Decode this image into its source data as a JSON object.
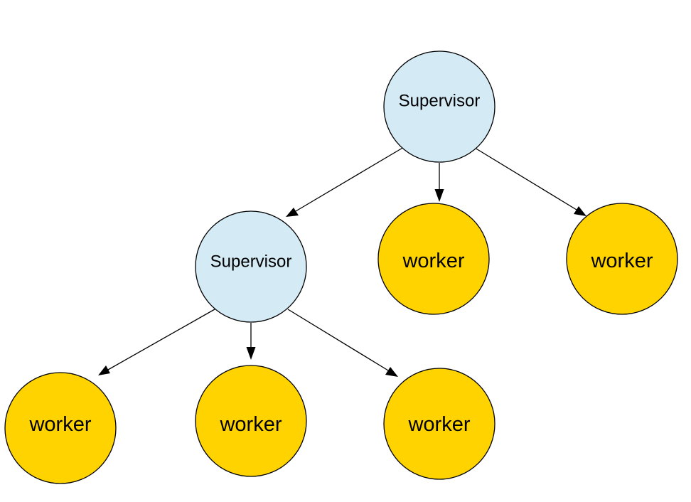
{
  "diagram": {
    "colors": {
      "supervisor_fill": "#d4ebf6",
      "worker_fill": "#ffd300",
      "stroke": "#000000"
    },
    "nodes": {
      "root_supervisor": {
        "label": "Supervisor",
        "kind": "supervisor"
      },
      "child_supervisor": {
        "label": "Supervisor",
        "kind": "supervisor"
      },
      "root_worker_1": {
        "label": "worker",
        "kind": "worker"
      },
      "root_worker_2": {
        "label": "worker",
        "kind": "worker"
      },
      "child_worker_1": {
        "label": "worker",
        "kind": "worker"
      },
      "child_worker_2": {
        "label": "worker",
        "kind": "worker"
      },
      "child_worker_3": {
        "label": "worker",
        "kind": "worker"
      }
    },
    "edges": [
      {
        "from": "root_supervisor",
        "to": "child_supervisor"
      },
      {
        "from": "root_supervisor",
        "to": "root_worker_1"
      },
      {
        "from": "root_supervisor",
        "to": "root_worker_2"
      },
      {
        "from": "child_supervisor",
        "to": "child_worker_1"
      },
      {
        "from": "child_supervisor",
        "to": "child_worker_2"
      },
      {
        "from": "child_supervisor",
        "to": "child_worker_3"
      }
    ]
  }
}
